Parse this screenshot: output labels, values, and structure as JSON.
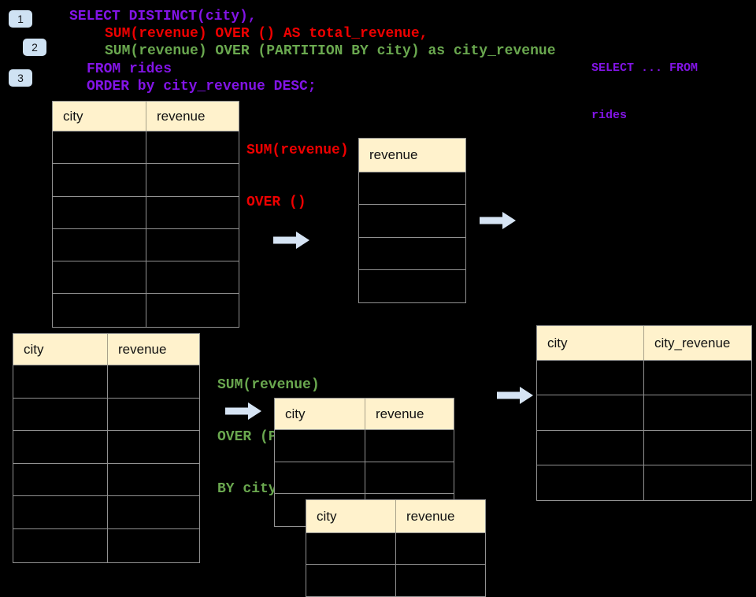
{
  "steps": [
    {
      "label": "1"
    },
    {
      "label": "2"
    },
    {
      "label": "3"
    }
  ],
  "sql": {
    "line1": "SELECT DISTINCT(city),",
    "line2": "SUM(revenue) OVER () AS total_revenue,",
    "line3": "SUM(revenue) OVER (PARTITION BY city) as city_revenue",
    "line4": "FROM rides",
    "line5": "ORDER by city_revenue DESC;"
  },
  "corner_note": {
    "line1": "SELECT ... FROM",
    "line2": "rides"
  },
  "annotations": {
    "total_revenue": {
      "line1": "SUM(revenue)",
      "line2": "OVER ()"
    },
    "partition": {
      "line1": "SUM(revenue)",
      "line2": "OVER (PARTITION",
      "line3": "BY city)"
    }
  },
  "tables": {
    "source_top": {
      "headers": [
        "city",
        "revenue"
      ],
      "rows": 6
    },
    "total_revenue": {
      "headers": [
        "revenue"
      ],
      "rows": 4
    },
    "source_bottom": {
      "headers": [
        "city",
        "revenue"
      ],
      "rows": 6
    },
    "partition_a": {
      "headers": [
        "city",
        "revenue"
      ],
      "rows": 3
    },
    "partition_b": {
      "headers": [
        "city",
        "revenue"
      ],
      "rows": 2
    },
    "result": {
      "headers": [
        "city",
        "city_revenue"
      ],
      "rows": 4
    }
  },
  "colors": {
    "background": "#000000",
    "sql_purple": "#8214e6",
    "sql_red": "#ee0000",
    "sql_green": "#6aa84f",
    "table_header_bg": "#fff2cc",
    "table_border": "#919191",
    "arrow_blue": "#d6e4f4",
    "badge_blue": "#cfe2f3"
  }
}
